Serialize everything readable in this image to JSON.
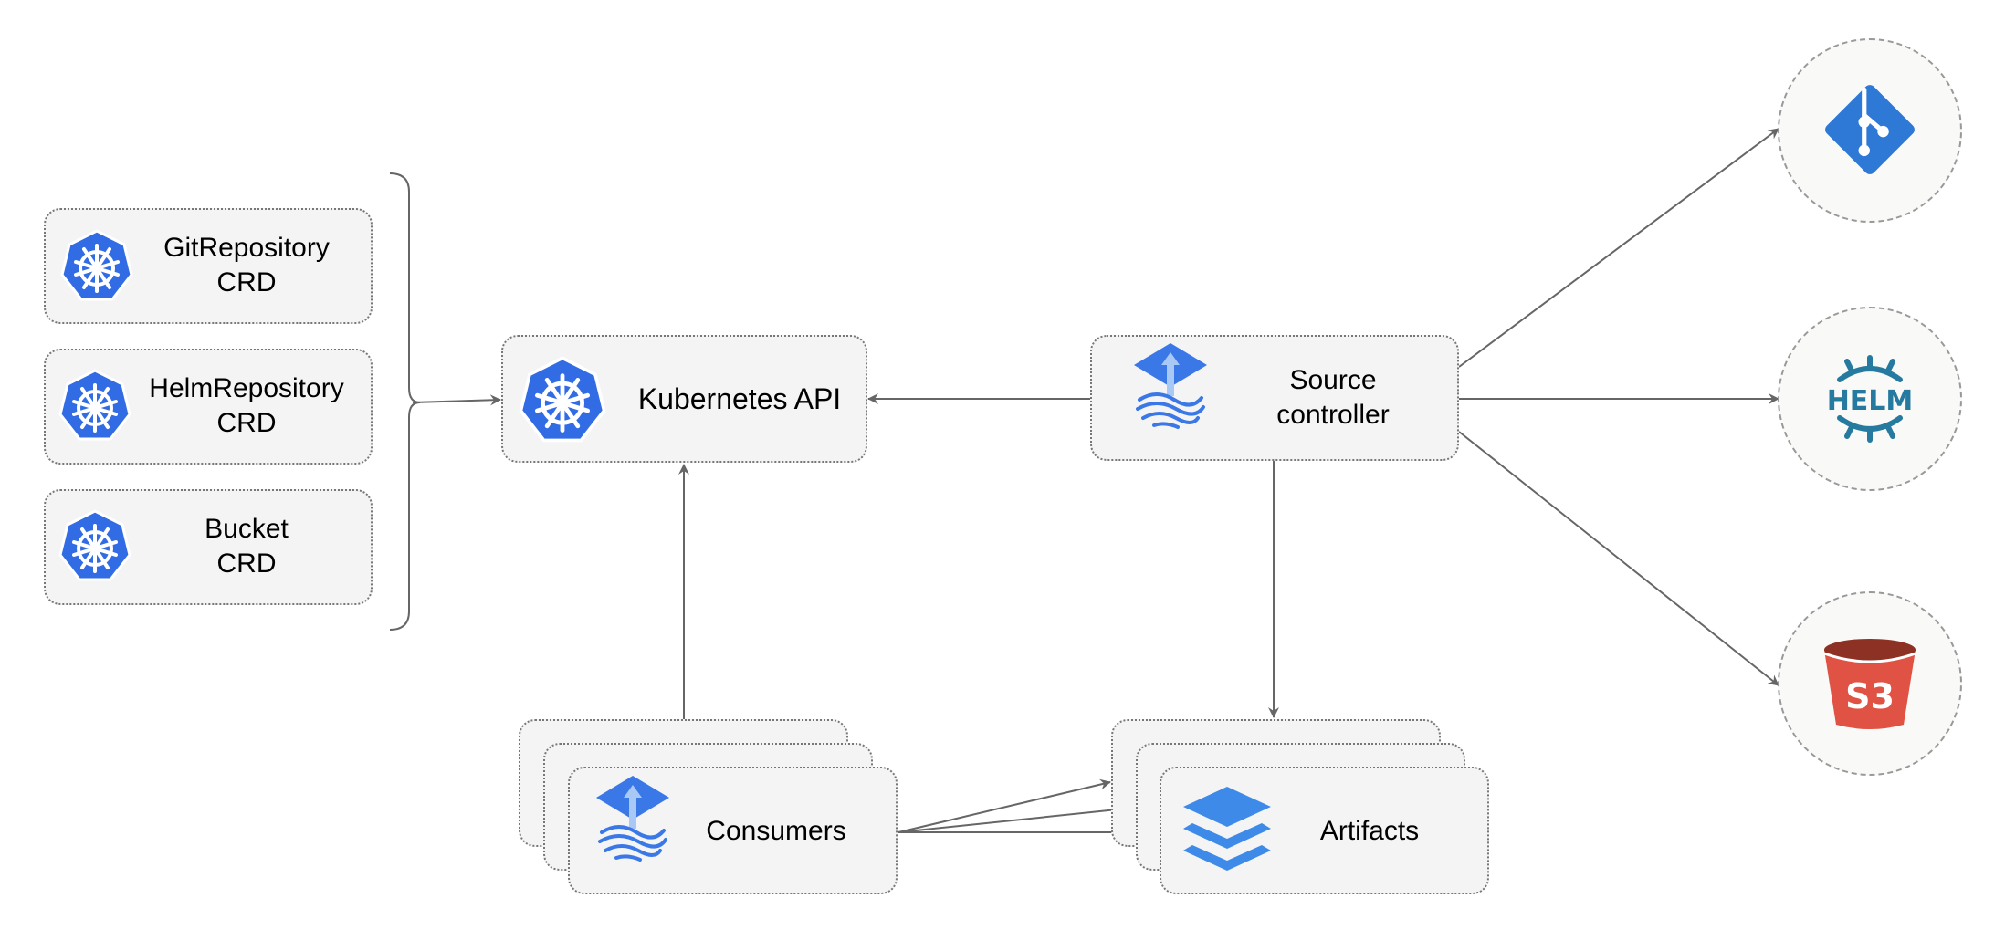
{
  "crds": [
    {
      "line1": "GitRepository",
      "line2": "CRD"
    },
    {
      "line1": "HelmRepository",
      "line2": "CRD"
    },
    {
      "line1": "Bucket",
      "line2": "CRD"
    }
  ],
  "kubernetes_api": {
    "label": "Kubernetes API"
  },
  "source_controller": {
    "line1": "Source",
    "line2": "controller"
  },
  "consumers": {
    "label": "Consumers"
  },
  "artifacts": {
    "label": "Artifacts"
  },
  "sources": {
    "helm_logo_text": "HELM",
    "s3_logo_text": "S3"
  },
  "icons": {
    "crd": "kubernetes-icon",
    "controller": "flux-icon",
    "artifacts": "layers-icon",
    "git": "git-icon",
    "helm": "helm-icon",
    "s3": "s3-bucket-icon"
  },
  "colors": {
    "k8s": "#326ce5",
    "flux": "#3a78e8",
    "layers": "#3e8ae8",
    "git": "#2e78d6",
    "helm": "#277a9f",
    "s3": "#e05243",
    "s3_top": "#8c3123",
    "line": "#666666"
  }
}
